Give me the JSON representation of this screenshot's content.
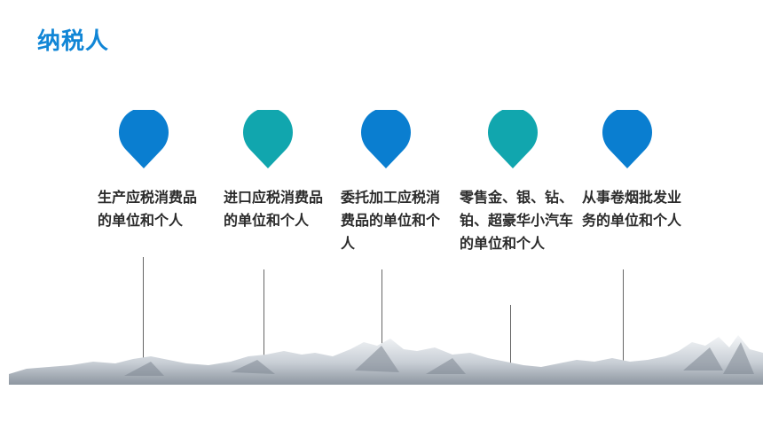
{
  "title": "纳税人",
  "colors": {
    "accent": "#1186d6",
    "pin_blue": "#0a7ed0",
    "pin_teal": "#11a6ae",
    "text": "#2b2b2b"
  },
  "items": [
    {
      "text": "生产应税消费品的单位和个人",
      "pin_color": "#0a7ed0"
    },
    {
      "text": "进口应税消费品的单位和个人",
      "pin_color": "#11a6ae"
    },
    {
      "text": "委托加工应税消费品的单位和个人",
      "pin_color": "#0a7ed0"
    },
    {
      "text": "零售金、银、钻、铂、超豪华小汽车的单位和个人",
      "pin_color": "#11a6ae"
    },
    {
      "text": "从事卷烟批发业务的单位和个人",
      "pin_color": "#0a7ed0"
    }
  ]
}
